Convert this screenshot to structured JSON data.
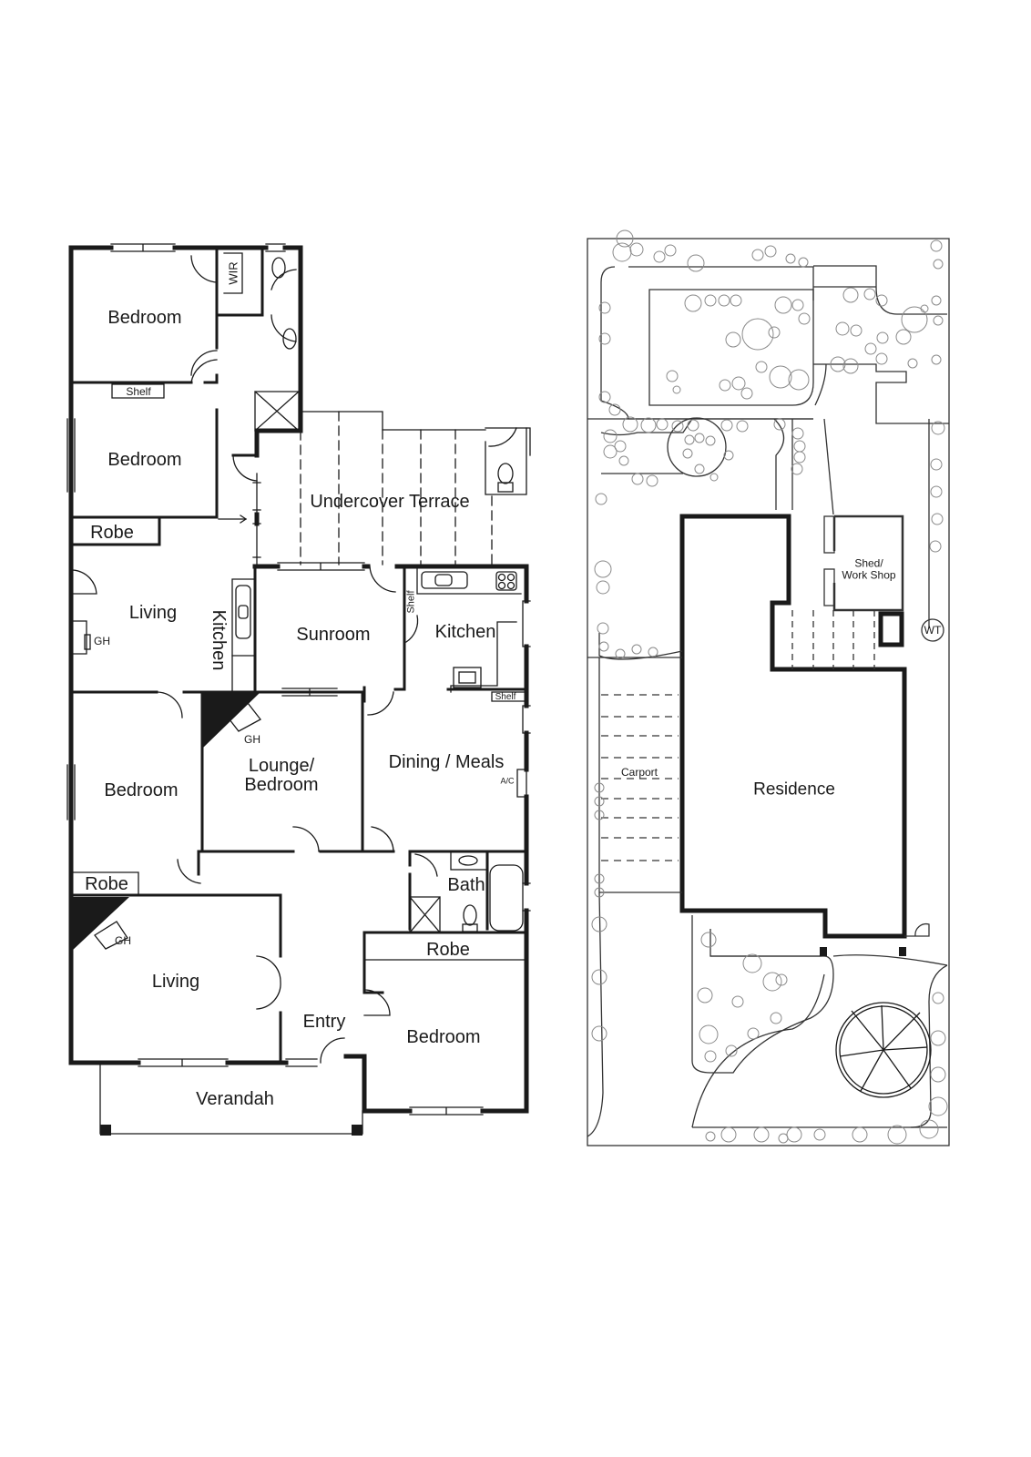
{
  "floor_plan": {
    "rooms": {
      "bedroom_1": "Bedroom",
      "wir": "WIR",
      "shelf_1": "Shelf",
      "bedroom_2": "Bedroom",
      "robe_1": "Robe",
      "undercover_terrace": "Undercover Terrace",
      "living_1": "Living",
      "gh_1": "GH",
      "kitchen_1": "Kitchen",
      "sunroom": "Sunroom",
      "shelf_2": "Shelf",
      "kitchen_2": "Kitchen",
      "shelf_3": "Shelf",
      "bedroom_3": "Bedroom",
      "lounge_bedroom_line1": "Lounge/",
      "lounge_bedroom_line2": "Bedroom",
      "gh_2": "GH",
      "dining_meals": "Dining / Meals",
      "ac": "A/C",
      "robe_2": "Robe",
      "bath": "Bath",
      "gh_3": "GH",
      "living_2": "Living",
      "robe_3": "Robe",
      "entry": "Entry",
      "bedroom_4": "Bedroom",
      "verandah": "Verandah"
    }
  },
  "site_plan": {
    "labels": {
      "shed_line1": "Shed/",
      "shed_line2": "Work Shop",
      "wt": "WT",
      "carport": "Carport",
      "residence": "Residence"
    }
  },
  "colors": {
    "wall": "#1a1a1a",
    "line": "#333333",
    "tree": "#8a8a8a",
    "background": "#ffffff"
  }
}
